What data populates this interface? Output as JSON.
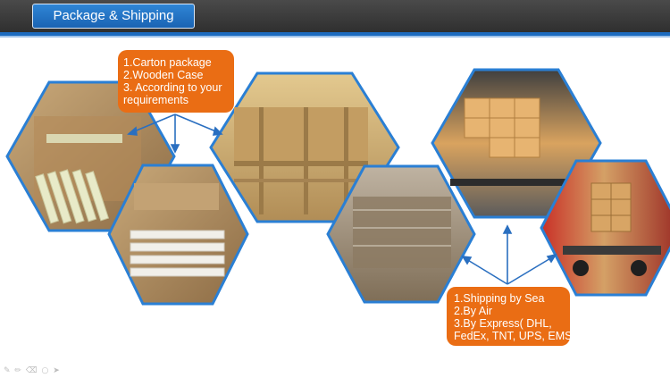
{
  "header": {
    "title": "Package & Shipping"
  },
  "callouts": {
    "packaging": [
      "1.Carton package",
      "2.Wooden Case",
      "3. According to your requirements"
    ],
    "shipping": [
      "1.Shipping by Sea",
      "2.By Air",
      "3.By Express( DHL,",
      "FedEx, TNT, UPS, EMS )"
    ]
  },
  "colors": {
    "header_bg": "#333333",
    "tab_bg": "#1f6fc2",
    "callout_bg": "#ea6d14",
    "hex_border": "#2a7fd4",
    "arrow": "#2a6fc0"
  },
  "photos": [
    {
      "name": "carton-tubes-photo"
    },
    {
      "name": "carton-box-photo"
    },
    {
      "name": "wooden-case-photo"
    },
    {
      "name": "wrapped-pallet-photo"
    },
    {
      "name": "truck-loading-photo"
    },
    {
      "name": "container-cargo-photo"
    }
  ],
  "toolbar": {
    "icons": [
      "pen-icon",
      "pencil-icon",
      "eraser-icon",
      "bubble-icon",
      "cursor-icon"
    ]
  }
}
